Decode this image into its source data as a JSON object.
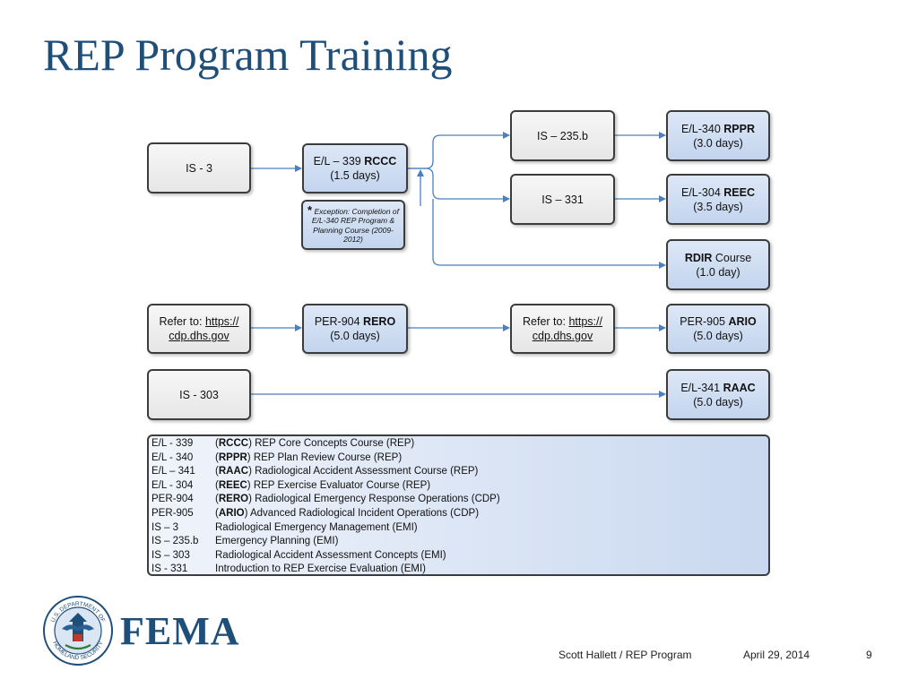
{
  "title": "REP Program Training",
  "boxes": {
    "is3": "IS - 3",
    "el339": {
      "code": "E/L – 339",
      "name": "RCCC",
      "duration": "(1.5 days)"
    },
    "exception": {
      "star": "*",
      "text": "Exception: Completion of E/L-340 REP Program & Planning Course (2009-2012)"
    },
    "is235b": "IS – 235.b",
    "is331": "IS – 331",
    "el340": {
      "code": "E/L-340",
      "name": "RPPR",
      "duration": "(3.0 days)"
    },
    "el304": {
      "code": "E/L-304",
      "name": "REEC",
      "duration": "(3.5 days)"
    },
    "rdir": {
      "name": "RDIR",
      "suffix": "Course",
      "duration": "(1.0 day)"
    },
    "refer1": {
      "prefix": "Refer to:",
      "link_a": "https://",
      "link_b": "cdp.dhs.gov"
    },
    "per904": {
      "code": "PER-904",
      "name": "RERO",
      "duration": "(5.0 days)"
    },
    "refer2": {
      "prefix": "Refer to:",
      "link_a": "https://",
      "link_b": "cdp.dhs.gov"
    },
    "per905": {
      "code": "PER-905",
      "name": "ARIO",
      "duration": "(5.0 days)"
    },
    "is303": "IS - 303",
    "el341": {
      "code": "E/L-341",
      "name": "RAAC",
      "duration": "(5.0 days)"
    }
  },
  "legend": [
    {
      "code": "E/L - 339",
      "abbr": "RCCC",
      "desc": "REP Core Concepts Course (REP)"
    },
    {
      "code": "E/L - 340",
      "abbr": "RPPR",
      "desc": "REP Plan Review Course (REP)"
    },
    {
      "code": "E/L – 341",
      "abbr": "RAAC",
      "desc": "Radiological Accident Assessment Course (REP)"
    },
    {
      "code": "E/L - 304",
      "abbr": "REEC",
      "desc": "REP Exercise Evaluator Course (REP)"
    },
    {
      "code": "PER-904",
      "abbr": "RERO",
      "desc": "Radiological Emergency Response Operations (CDP)"
    },
    {
      "code": "PER-905",
      "abbr": "ARIO",
      "desc": "Advanced Radiological Incident Operations (CDP)"
    },
    {
      "code": "IS – 3",
      "abbr": "",
      "desc": "Radiological Emergency Management (EMI)"
    },
    {
      "code": "IS – 235.b",
      "abbr": "",
      "desc": "Emergency Planning (EMI)"
    },
    {
      "code": "IS – 303",
      "abbr": "",
      "desc": "Radiological Accident Assessment Concepts (EMI)"
    },
    {
      "code": "IS - 331",
      "abbr": "",
      "desc": "Introduction to REP Exercise Evaluation (EMI)"
    }
  ],
  "logo": {
    "seal_top": "U.S. DEPARTMENT OF",
    "seal_bottom": "HOMELAND SECURITY",
    "wordmark": "FEMA"
  },
  "footer": {
    "presenter": "Scott Hallett / REP Program",
    "date": "April 29, 2014",
    "page": "9"
  },
  "colors": {
    "title": "#1f4e79",
    "arrow": "#4a7fc1",
    "box_blue": "#c9d8ef",
    "box_grey": "#ececec"
  }
}
